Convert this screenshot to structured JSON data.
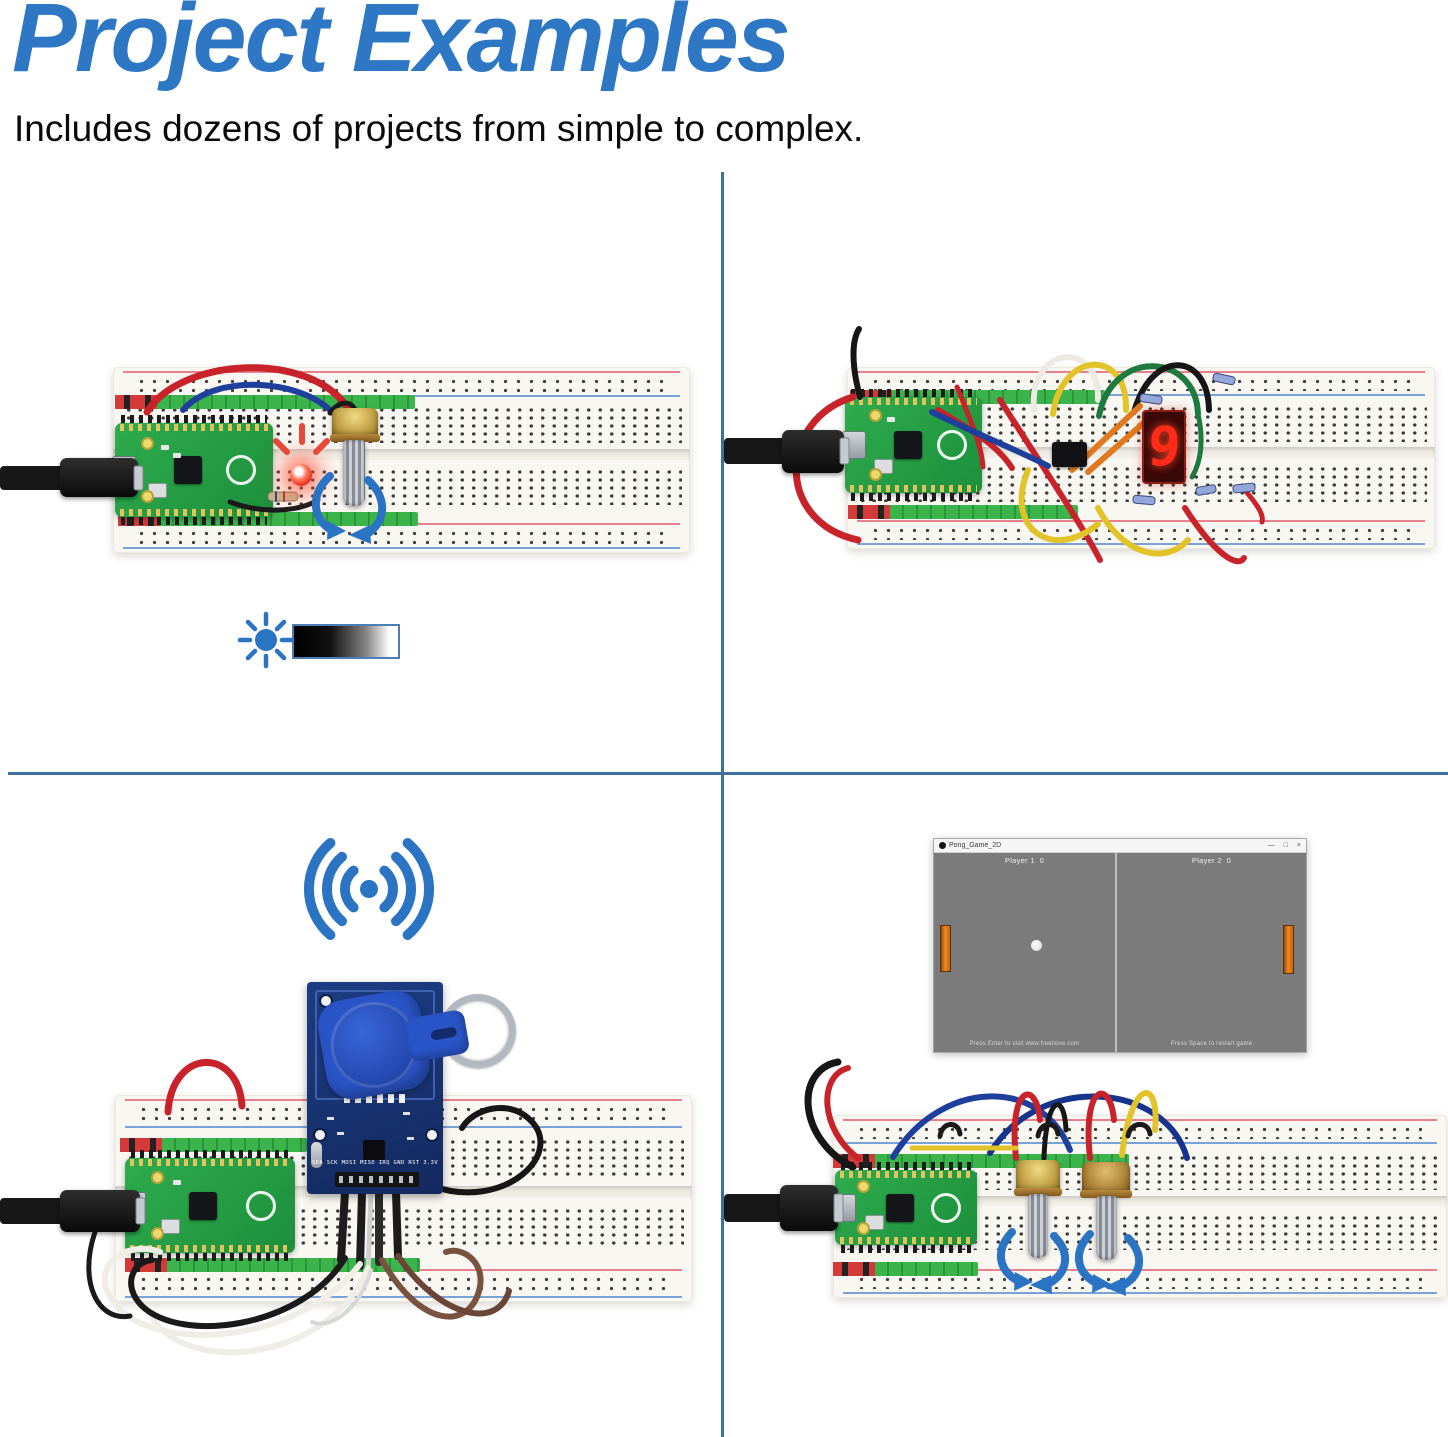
{
  "header": {
    "title": "Project Examples",
    "subtitle": "Includes dozens of projects from simple to complex."
  },
  "pong_window": {
    "title": "Pong_Game_2D",
    "controls": {
      "minimize": "—",
      "maximize": "□",
      "close": "×"
    },
    "player1_label": "Player 1",
    "player1_score": "0",
    "player2_label": "Player 2",
    "player2_score": "0",
    "footer_left": "Press Enter to visit www.freenove.com",
    "footer_right": "Press Space to restart game"
  },
  "seven_segment_display": {
    "value": "9"
  },
  "rfid_module": {
    "pin_labels": "SDA SCK MOSI MISO IRQ GND RST 3.3V"
  },
  "icons": {
    "brightness": "sun-icon",
    "wireless": "rfid-signal-icon",
    "rotation": "rotation-arrows-icon",
    "led": "glowing-led",
    "pong_app": "app-dot-icon"
  },
  "colors": {
    "title_blue": "#2d77c5",
    "divider_blue": "#3f6f9d",
    "icon_blue": "#2b74c4",
    "wire_red": "#c8222a",
    "wire_blue": "#1e3f9c",
    "wire_yellow": "#e3c32a",
    "wire_green": "#1e7a3e",
    "wire_orange": "#e07a20",
    "pico_green": "#2eac4d",
    "led_red": "#e5261a",
    "seven_segment_red": "#ff2a18",
    "rfid_blue": "#1d3d85",
    "keyfob_blue": "#2a55c8",
    "paddle_orange": "#e07818",
    "pong_grey": "#7b7b7b",
    "pot_gold": "#bd9c42"
  }
}
